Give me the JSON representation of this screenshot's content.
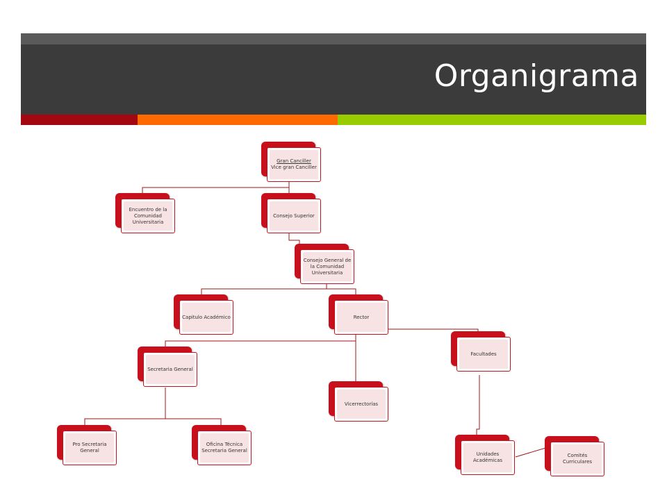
{
  "header": {
    "title": "Organigrama"
  },
  "colors": {
    "accent_red": "#a3070f",
    "accent_orange": "#ff6a00",
    "accent_green": "#99cc00",
    "node_red": "#c8101c",
    "title_band": "#3b3b3b"
  },
  "nodes": {
    "gran_canciller": {
      "line1": "Gran Canciller",
      "line2": "Vice gran Canciller"
    },
    "encuentro": {
      "label": "Encuentro de la Comunidad Universitaria"
    },
    "consejo_superior": {
      "label": "Consejo Superior"
    },
    "consejo_general": {
      "label": "Consejo General de la Comunidad Universitaria"
    },
    "capitulo": {
      "label": "Capitulo Académico"
    },
    "rector": {
      "label": "Rector"
    },
    "secretaria_general": {
      "label": "Secretaria General"
    },
    "vicerrectorias": {
      "label": "Vicerrectorías"
    },
    "facultades": {
      "label": "Facultades"
    },
    "pro_secretaria": {
      "label": "Pro Secretaria General"
    },
    "oficina_tecnica": {
      "label": "Oficina Técnica Secretaria General"
    },
    "unidades": {
      "label": "Unidades Académicas"
    },
    "comites": {
      "label": "Comités Curriculares"
    }
  }
}
